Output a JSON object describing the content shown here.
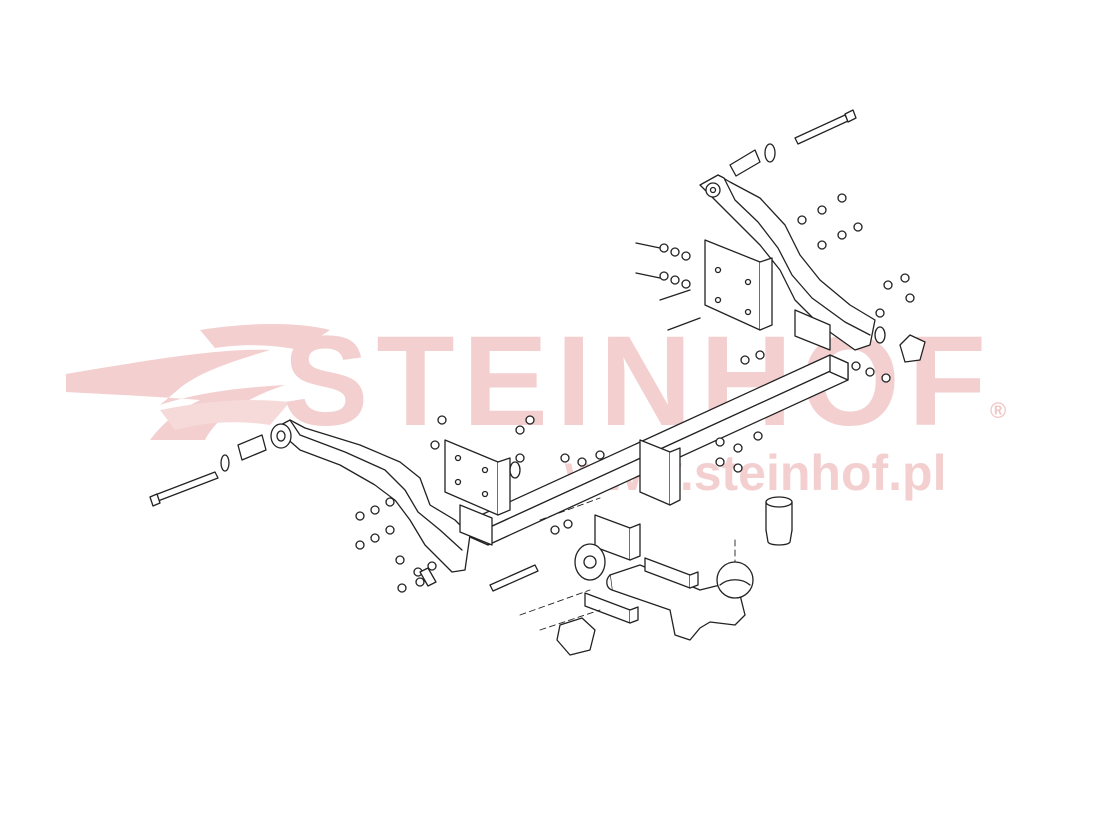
{
  "diagram": {
    "brand_watermark": "STEINHOF",
    "website_watermark": "www.steinhof.pl",
    "registered_mark": "®",
    "colors": {
      "line": "#222222",
      "watermark": "#f3cfcf",
      "background": "#ffffff"
    },
    "parts": [
      "left-side-bracket",
      "right-side-bracket",
      "main-crossbar",
      "tow-ball-neck",
      "ball-cover-cap",
      "electrical-socket-plate",
      "socket-mount-bracket",
      "clamp-plates",
      "long-bolts",
      "washers",
      "nuts"
    ]
  }
}
